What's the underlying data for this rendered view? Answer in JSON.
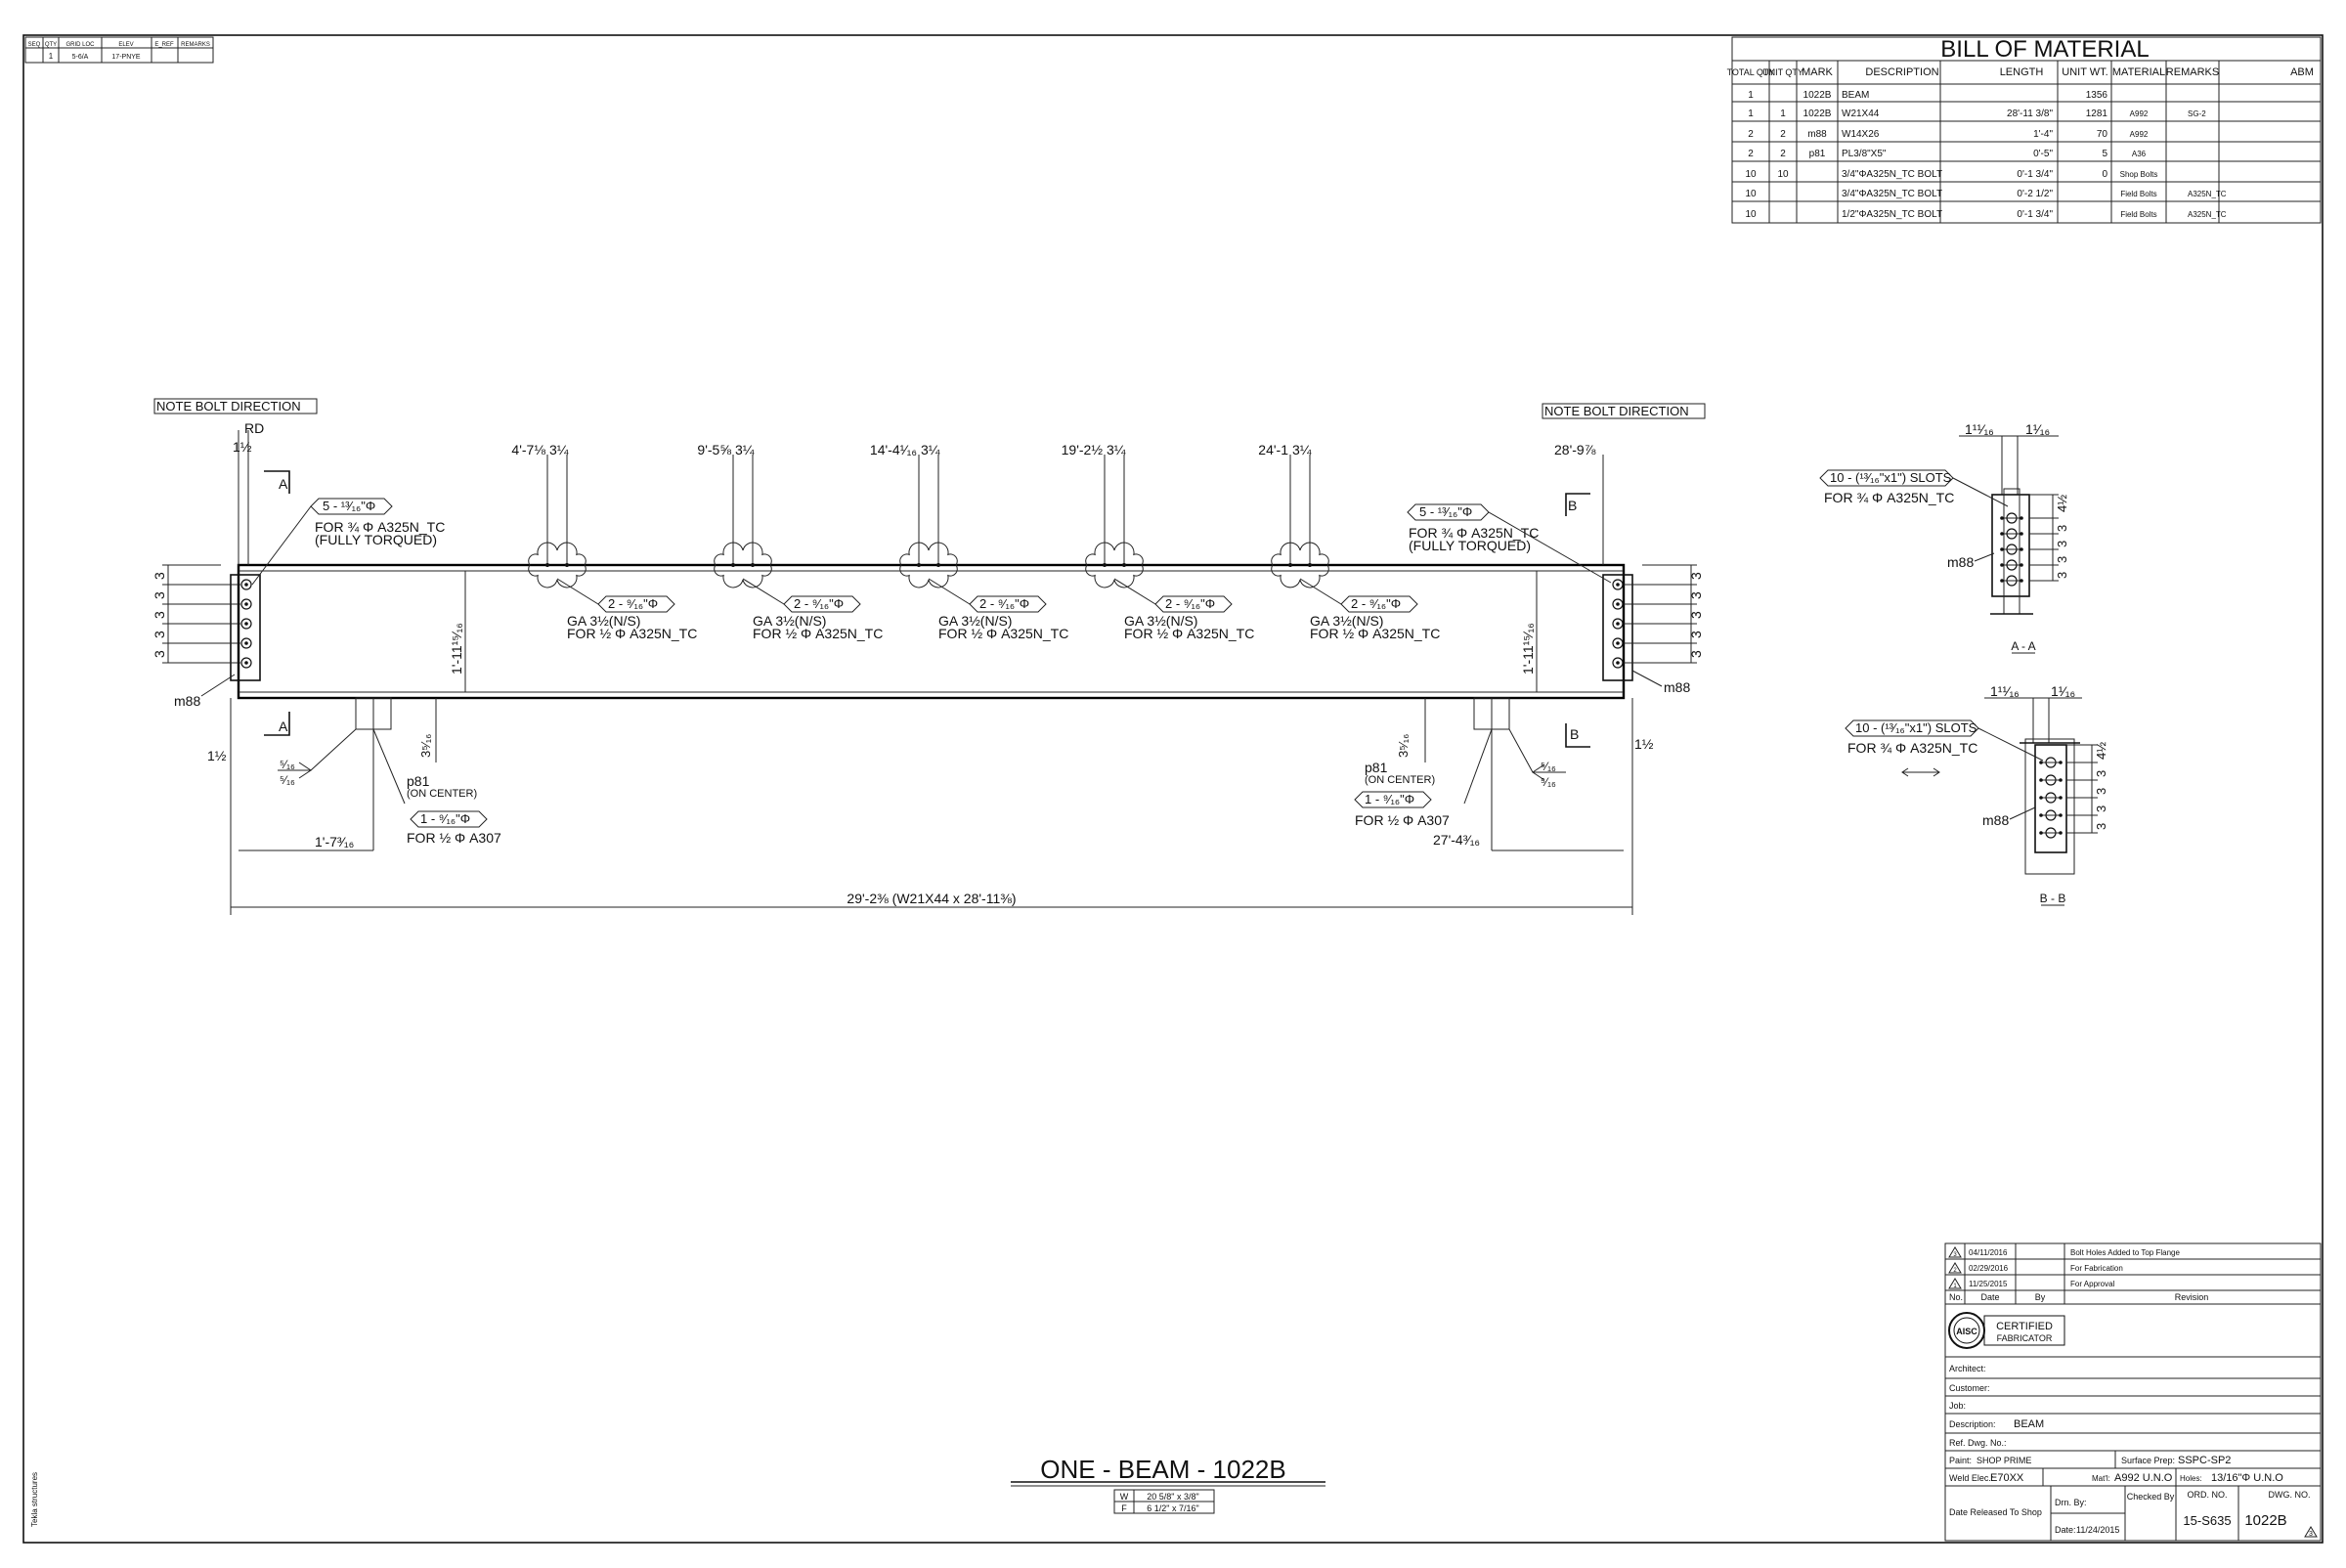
{
  "sheet": {
    "title": "ONE - BEAM - 1022B",
    "side_note": "Tekla structures",
    "title_dims": [
      {
        "label": "W",
        "value": "20 5/8\" x 3/8\""
      },
      {
        "label": "F",
        "value": "6 1/2\" x 7/16\""
      }
    ]
  },
  "mini_table": {
    "headers": [
      "SEQ",
      "QTY",
      "GRID LOC",
      "ELEV",
      "E_REF",
      "REMARKS"
    ],
    "row": [
      "1",
      "1",
      "5-6/A",
      "17-PNYE",
      "",
      ""
    ]
  },
  "bom": {
    "title": "BILL OF MATERIAL",
    "headers": [
      "TOTAL QTY",
      "UNIT QTY",
      "MARK",
      "DESCRIPTION",
      "LENGTH",
      "UNIT WT.",
      "MATERIAL",
      "REMARKS",
      "ABM"
    ],
    "rows": [
      [
        "1",
        "",
        "1022B",
        "BEAM",
        "",
        "1356",
        "",
        "",
        ""
      ],
      [
        "1",
        "1",
        "1022B",
        "W21X44",
        "28'-11 3/8\"",
        "1281",
        "A992",
        "SG-2",
        ""
      ],
      [
        "2",
        "2",
        "m88",
        "W14X26",
        "1'-4\"",
        "70",
        "A992",
        "",
        ""
      ],
      [
        "2",
        "2",
        "p81",
        "PL3/8\"X5\"",
        "0'-5\"",
        "5",
        "A36",
        "",
        ""
      ],
      [
        "10",
        "10",
        "",
        "3/4\"ΦA325N_TC BOLT",
        "0'-1 3/4\"",
        "0",
        "Shop Bolts",
        "",
        ""
      ],
      [
        "10",
        "",
        "",
        "3/4\"ΦA325N_TC BOLT",
        "0'-2 1/2\"",
        "",
        "Field Bolts",
        "A325N_TC",
        ""
      ],
      [
        "10",
        "",
        "",
        "1/2\"ΦA325N_TC BOLT",
        "0'-1 3/4\"",
        "",
        "Field Bolts",
        "A325N_TC",
        ""
      ]
    ]
  },
  "elevation": {
    "note_left": "NOTE BOLT DIRECTION",
    "note_right": "NOTE BOLT DIRECTION",
    "rd": "RD",
    "left_offset": "1½",
    "top_dims": [
      "4'-7⅛",
      "9'-5⅝",
      "14'-4¹⁄₁₆",
      "19'-2½",
      "24'-1"
    ],
    "top_spacing": "3¼",
    "right_top_dim": "28'-9⅞",
    "left_bolt_tag": "5 - ¹³⁄₁₆\"Φ",
    "left_bolt_for": "FOR ¾ Φ A325N_TC",
    "left_bolt_torque": "(FULLY TORQUED)",
    "right_bolt_tag": "5 - ¹³⁄₁₆\"Φ",
    "right_bolt_for": "FOR ¾ Φ A325N_TC",
    "right_bolt_torque": "(FULLY TORQUED)",
    "hole_tag": "2 - ⁹⁄₁₆\"Φ",
    "hole_ga": "GA 3½(N/S)",
    "hole_for": "FOR ½ Φ A325N_TC",
    "depth_dim": "1'-11¹⁵⁄₁₆",
    "bolt_spacing": "3",
    "left_mark": "m88",
    "right_mark": "m88",
    "section_a": "A",
    "section_b": "B",
    "weld_size": "⁵⁄₁₆",
    "plate_offset": "3⁵⁄₁₆",
    "plate_mark": "p81",
    "plate_note": "(ON CENTER)",
    "plate_hole_tag": "1 - ⁹⁄₁₆\"Φ",
    "plate_hole_for": "FOR ½ Φ A307",
    "left_plate_dim": "1'-7³⁄₁₆",
    "right_plate_dim": "27'-4³⁄₁₆",
    "right_offset": "1½",
    "overall_dim": "29'-2⅜ (W21X44 x 28'-11⅜)"
  },
  "section_aa": {
    "dim_left": "1¹¹⁄₁₆",
    "dim_right": "1¹⁄₁₆",
    "slot_tag": "10 - (¹³⁄₁₆\"x1\") SLOTS",
    "slot_for": "FOR ¾ Φ A325N_TC",
    "mark": "m88",
    "vert_dims": [
      "4½",
      "3",
      "3",
      "3",
      "3"
    ],
    "caption": "A - A"
  },
  "section_bb": {
    "dim_left": "1¹¹⁄₁₆",
    "dim_right": "1¹⁄₁₆",
    "slot_tag": "10 - (¹³⁄₁₆\"x1\") SLOTS",
    "slot_for": "FOR ¾ Φ A325N_TC",
    "mark": "m88",
    "vert_dims": [
      "4½",
      "3",
      "3",
      "3",
      "3"
    ],
    "caption": "B - B"
  },
  "title_block": {
    "revisions": [
      {
        "no": "3",
        "date": "04/11/2016",
        "by": "",
        "desc": "Bolt Holes Added to Top Flange"
      },
      {
        "no": "2",
        "date": "02/29/2016",
        "by": "",
        "desc": "For Fabrication"
      },
      {
        "no": "1",
        "date": "11/25/2015",
        "by": "",
        "desc": "For Approval"
      }
    ],
    "rev_headers": [
      "No.",
      "Date",
      "By",
      "Revision"
    ],
    "logo_text": "AISC",
    "certified_line1": "CERTIFIED",
    "certified_line2": "FABRICATOR",
    "architect_label": "Architect:",
    "customer_label": "Customer:",
    "job_label": "Job:",
    "description_label": "Description:",
    "description_value": "BEAM",
    "ref_label": "Ref. Dwg. No.:",
    "paint_label": "Paint:",
    "paint_value": "SHOP PRIME",
    "surface_label": "Surface Prep:",
    "surface_value": "SSPC-SP2",
    "weld_label": "Weld Elec.:",
    "weld_value": "E70XX",
    "matl_label": "Mat'l:",
    "matl_value": "A992 U.N.O",
    "holes_label": "Holes:",
    "holes_value": "13/16\"Φ U.N.O",
    "released_label": "Date Released To Shop",
    "drn_label": "Drn. By:",
    "drn_date_label": "Date:",
    "drn_date_value": "11/24/2015",
    "checked_label": "Checked By",
    "ord_label": "ORD. NO.",
    "ord_value": "15-S635",
    "dwg_label": "DWG. NO.",
    "dwg_value": "1022B",
    "rev_mark": "3"
  }
}
